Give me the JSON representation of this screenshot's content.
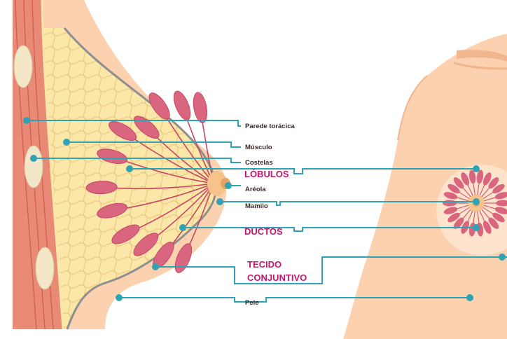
{
  "colors": {
    "skin": "#fbd1b0",
    "skin_light": "#fde2cc",
    "skin_dark": "#f2b68e",
    "outline": "#8f8f8f",
    "fat": "#fbe7a8",
    "fat_lines": "#e9c37a",
    "muscle": "#e98a76",
    "muscle_lines": "#d25f4f",
    "lobule": "#d9667e",
    "duct": "#c84467",
    "leader": "#2fa3b3",
    "label_small": "#3a2a2a",
    "label_accent": "#c2186f"
  },
  "labels": {
    "chest_wall": "Parede torácica",
    "muscle": "Músculo",
    "ribs": "Costelas",
    "lobules": "LÓBULOS",
    "areola": "Aréola",
    "nipple": "Mamilo",
    "ducts": "DUCTOS",
    "connective_1": "TECIDO",
    "connective_2": "CONJUNTIVO",
    "skin": "Pele"
  },
  "icons": {
    "leader_dot": "filled-circle"
  }
}
